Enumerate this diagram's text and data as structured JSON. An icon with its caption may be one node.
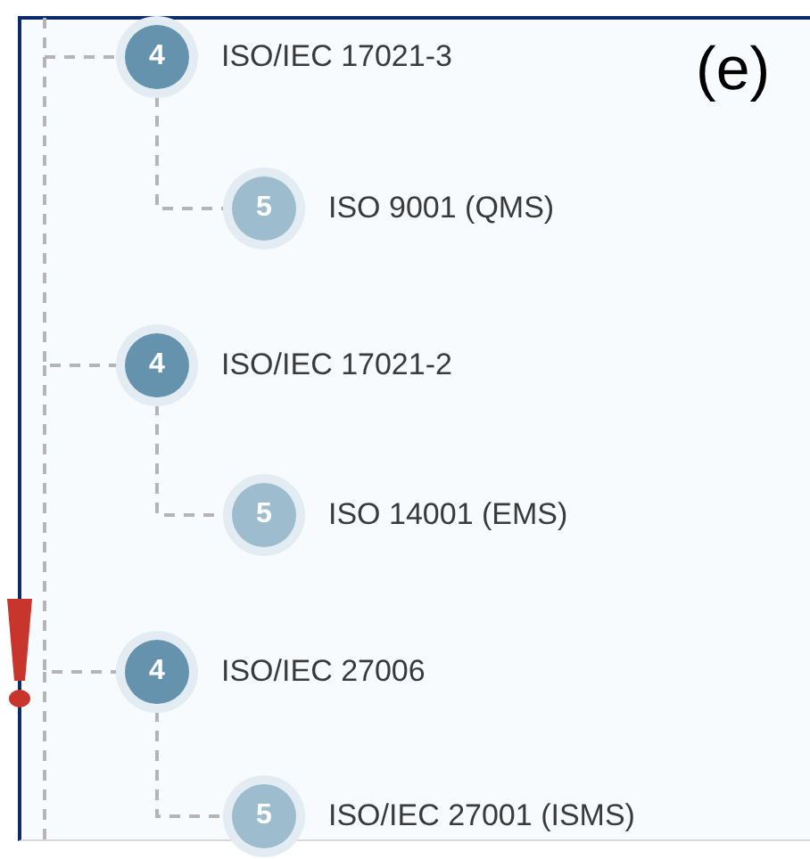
{
  "diagram": {
    "nodes": [
      {
        "text": [
          "4"
        ],
        "beside": [
          "ISO/IEC 17021-3"
        ]
      },
      {
        "text": [
          "5"
        ],
        "beside": [
          "ISO 9001 (QMS)"
        ]
      },
      {
        "text": [
          "4"
        ],
        "beside": [
          "ISO/IEC 17021-2"
        ]
      },
      {
        "text": [
          "5"
        ],
        "beside": [
          "ISO 14001 (EMS)"
        ]
      },
      {
        "text": [
          "4"
        ],
        "beside": [
          "ISO/IEC 27006"
        ]
      },
      {
        "text": [
          "5"
        ],
        "beside": [
          "ISO/IEC 27001 (ISMS)"
        ]
      }
    ],
    "edges": [
      {
        "from": null,
        "to": 0,
        "arrow": "none",
        "style": "dashed"
      },
      {
        "from": 0,
        "to": 1,
        "arrow": "none",
        "style": "dashed"
      },
      {
        "from": null,
        "to": 2,
        "arrow": "none",
        "style": "dashed"
      },
      {
        "from": 2,
        "to": 3,
        "arrow": "none",
        "style": "dashed"
      },
      {
        "from": null,
        "to": 4,
        "arrow": "none",
        "style": "dashed"
      },
      {
        "from": 4,
        "to": 5,
        "arrow": "none",
        "style": "dashed"
      }
    ],
    "labels": [
      "(e)"
    ]
  }
}
